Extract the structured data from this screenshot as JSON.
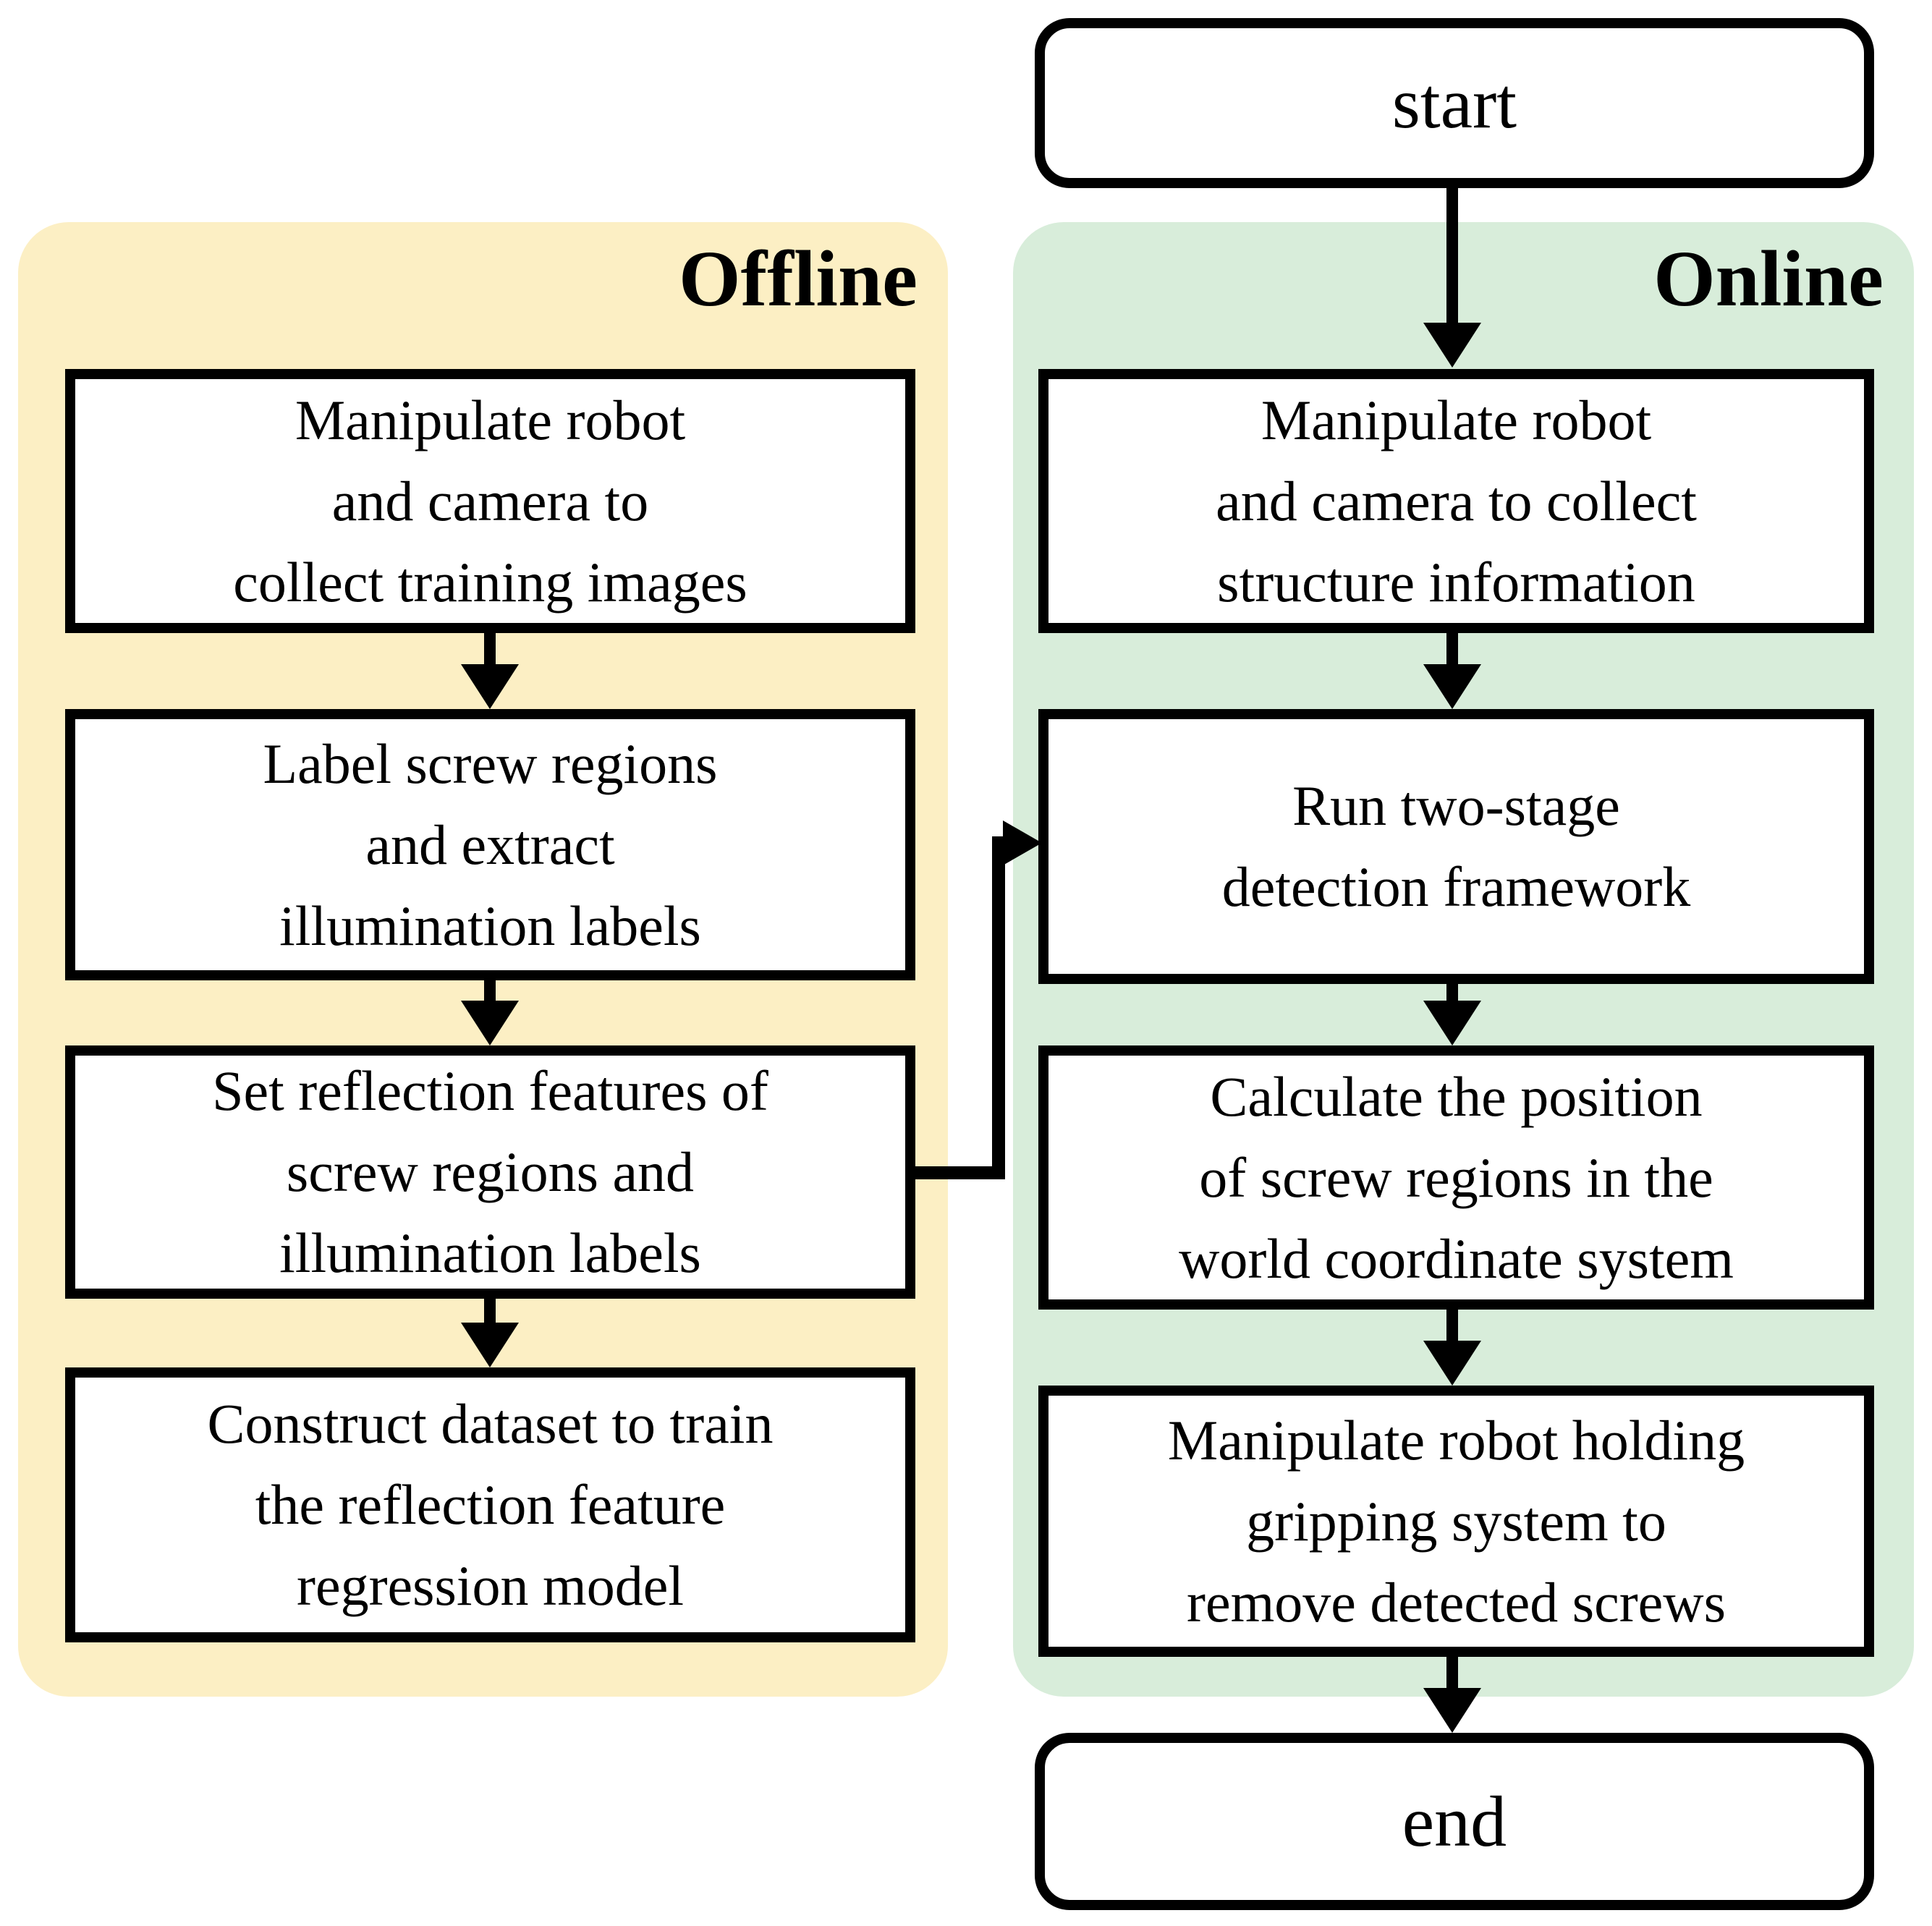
{
  "figure": {
    "background": "#FFFFFF",
    "line_color": "#000000"
  },
  "terminals": {
    "start_label": "start",
    "end_label": "end"
  },
  "panels": {
    "offline": {
      "label": "Offline",
      "background": "#FCEFC4",
      "steps": [
        {
          "lines": [
            "Manipulate robot",
            "and camera to",
            "collect training images"
          ]
        },
        {
          "lines": [
            "Label screw regions",
            "and extract",
            "illumination labels"
          ]
        },
        {
          "lines": [
            "Set reflection features of",
            "screw regions and",
            "illumination labels"
          ]
        },
        {
          "lines": [
            "Construct dataset to train",
            "the reflection feature",
            "regression model"
          ]
        }
      ]
    },
    "online": {
      "label": "Online",
      "background": "#D8EDDA",
      "steps": [
        {
          "lines": [
            "Manipulate robot",
            "and camera to collect",
            "structure information"
          ]
        },
        {
          "lines": [
            "Run two-stage",
            "detection framework"
          ]
        },
        {
          "lines": [
            "Calculate the position",
            "of screw regions in the",
            "world coordinate system"
          ]
        },
        {
          "lines": [
            "Manipulate robot holding",
            "gripping system to",
            "remove detected screws"
          ]
        }
      ]
    }
  }
}
